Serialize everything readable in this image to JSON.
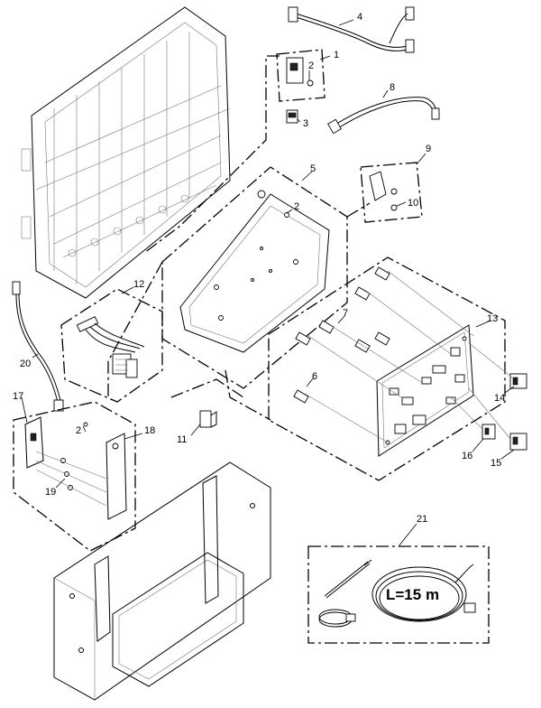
{
  "callouts": {
    "c1": "1",
    "c2a": "2",
    "c2b": "2",
    "c2c": "2",
    "c3": "3",
    "c4": "4",
    "c5": "5",
    "c6": "6",
    "c7": "7",
    "c8": "8",
    "c9": "9",
    "c10": "10",
    "c11": "11",
    "c12": "12",
    "c13": "13",
    "c14": "14",
    "c15": "15",
    "c16": "16",
    "c17": "17",
    "c18": "18",
    "c19": "19",
    "c20": "20",
    "c21": "21"
  },
  "cable_label": "L=15 m"
}
